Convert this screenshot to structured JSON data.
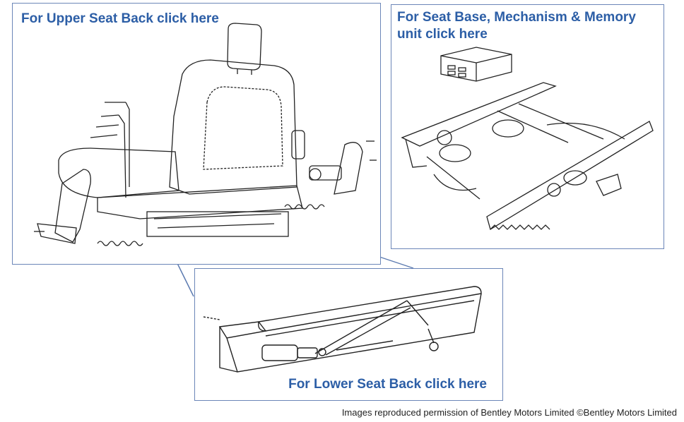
{
  "panels": {
    "upper": {
      "label": "For Upper Seat Back click here",
      "icon": "seat-back-drawing"
    },
    "base": {
      "label": "For Seat Base, Mechanism & Memory unit click here",
      "icon": "seat-mechanism-drawing"
    },
    "lower": {
      "label": "For Lower Seat Back click here",
      "icon": "lower-seat-drawing"
    }
  },
  "credit": "Images reproduced permission of Bentley Motors Limited ©Bentley Motors Limited",
  "colors": {
    "accent": "#2c5ea6",
    "border": "#6b86b8",
    "line": "#222222"
  }
}
